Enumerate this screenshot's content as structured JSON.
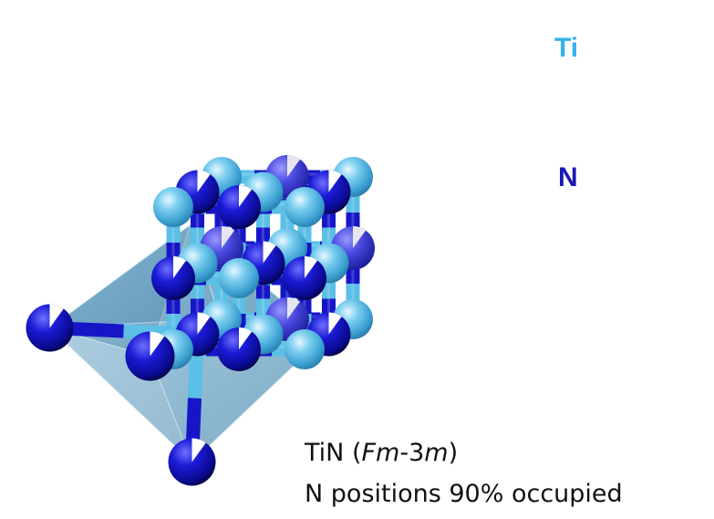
{
  "legend": {
    "ti": {
      "label": "Ti",
      "color": "#33b2ee"
    },
    "n": {
      "label": "N",
      "color": "#1a1ab8"
    }
  },
  "caption": {
    "compound": "TiN",
    "space_group_open": " (",
    "space_group_fm": "Fm",
    "space_group_mid": "-3",
    "space_group_m": "m",
    "space_group_close": ")",
    "occupancy": "N positions 90% occupied"
  },
  "colors": {
    "ti_light": "#d6f2ff",
    "ti_base": "#5bbfe6",
    "ti_dark": "#2a85b5",
    "n_light": "#4a4aff",
    "n_base": "#1616c8",
    "n_dark": "#05055e",
    "octahedron": "#4f8fb5"
  }
}
